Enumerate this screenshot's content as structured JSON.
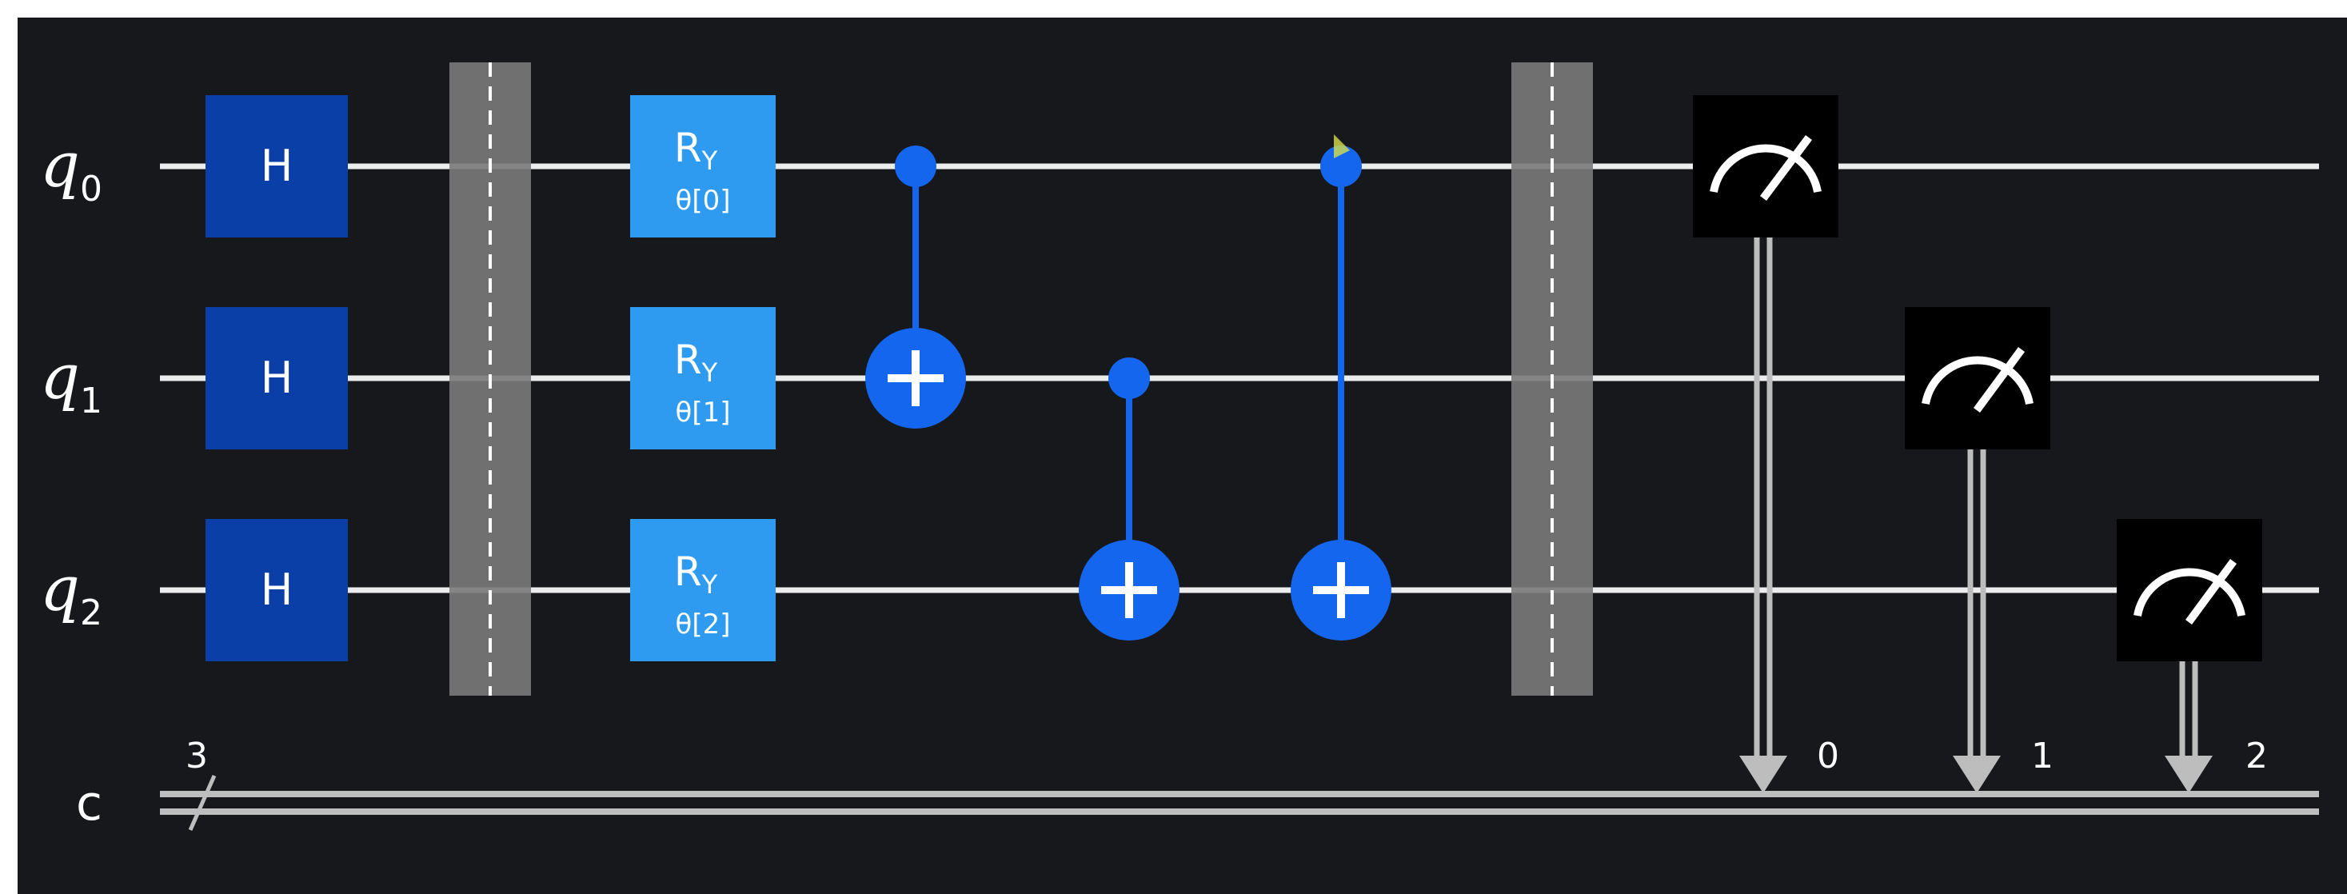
{
  "diagram": {
    "qubits": [
      {
        "label": "q",
        "index": "0"
      },
      {
        "label": "q",
        "index": "1"
      },
      {
        "label": "q",
        "index": "2"
      }
    ],
    "classical_register": {
      "label": "c",
      "bus_width": "3",
      "bit_labels": [
        "0",
        "1",
        "2"
      ]
    },
    "gates": {
      "hadamard": {
        "label": "H",
        "qubits": [
          0,
          1,
          2
        ]
      },
      "ry": [
        {
          "qubit": 0,
          "label": "R",
          "sub": "Y",
          "param": "θ[0]"
        },
        {
          "qubit": 1,
          "label": "R",
          "sub": "Y",
          "param": "θ[1]"
        },
        {
          "qubit": 2,
          "label": "R",
          "sub": "Y",
          "param": "θ[2]"
        }
      ],
      "cnots": [
        {
          "control": 0,
          "target": 1
        },
        {
          "control": 1,
          "target": 2
        },
        {
          "control": 0,
          "target": 2
        }
      ],
      "measurements": [
        {
          "qubit": 0,
          "clbit": 0
        },
        {
          "qubit": 1,
          "clbit": 1
        },
        {
          "qubit": 2,
          "clbit": 2
        }
      ],
      "barriers": 2
    },
    "colors": {
      "background": "#16181c",
      "wire": "#ececec",
      "hadamard": "#0a3fa8",
      "ry": "#2e9bf0",
      "cnot": "#1566ee",
      "measure_box": "#000000",
      "barrier": "#7a7a7a",
      "classical": "#bdbdbd"
    }
  }
}
